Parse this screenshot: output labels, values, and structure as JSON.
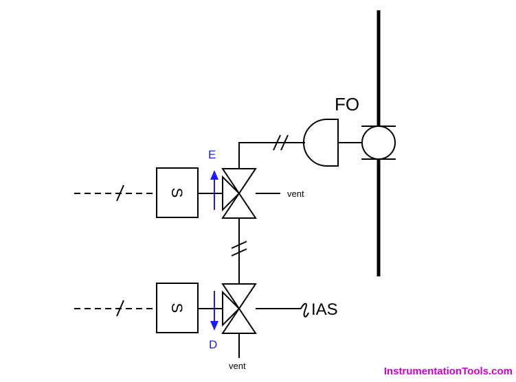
{
  "diagram": {
    "labels": {
      "fail_open": "FO",
      "energize": "E",
      "deenergize": "D",
      "solenoid_upper": "S",
      "solenoid_lower": "S",
      "vent_upper": "vent",
      "vent_lower": "vent",
      "air_supply": "IAS"
    },
    "watermark": "InstrumentationTools.com",
    "colors": {
      "line": "#000000",
      "arrow": "#1a1aff",
      "watermark": "#cc00cc"
    }
  }
}
